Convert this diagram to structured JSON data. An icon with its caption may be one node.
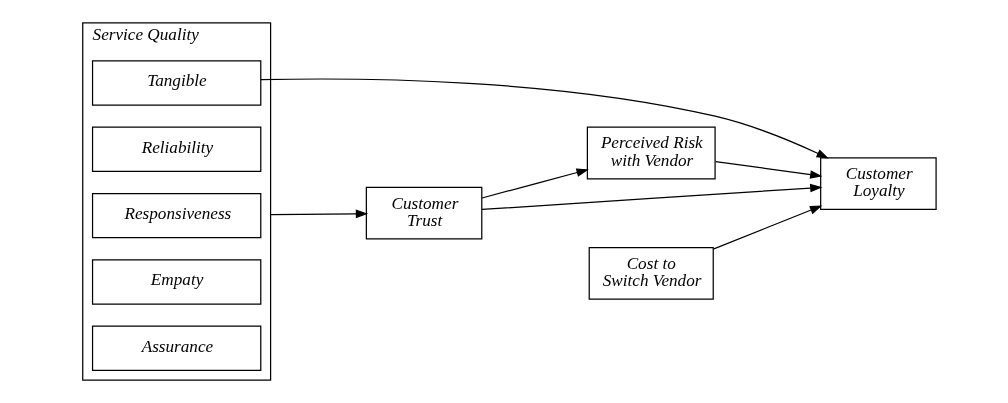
{
  "diagram": {
    "nodes": [
      {
        "text": [
          "Service Quality"
        ]
      },
      {
        "text": [
          "Tangible"
        ],
        "in": 0
      },
      {
        "text": [
          "Reliability"
        ],
        "in": 0
      },
      {
        "text": [
          "Responsiveness"
        ],
        "in": 0
      },
      {
        "text": [
          "Empaty"
        ],
        "in": 0
      },
      {
        "text": [
          "Assurance"
        ],
        "in": 0
      },
      {
        "text": [
          "Customer Trust"
        ]
      },
      {
        "text": [
          "Perceived Risk with Vendor"
        ]
      },
      {
        "text": [
          "Customer Loyalty"
        ]
      },
      {
        "text": [
          "Cost to Switch Vendor"
        ]
      }
    ],
    "edges": [
      {
        "from": 1,
        "to": 8,
        "arrow": "to"
      },
      {
        "from": 0,
        "to": 6,
        "arrow": "to"
      },
      {
        "from": 6,
        "to": 7,
        "arrow": "to"
      },
      {
        "from": 7,
        "to": 8,
        "arrow": "to"
      },
      {
        "from": 6,
        "to": 8,
        "arrow": "to"
      },
      {
        "from": 9,
        "to": 8,
        "arrow": "to"
      }
    ]
  }
}
